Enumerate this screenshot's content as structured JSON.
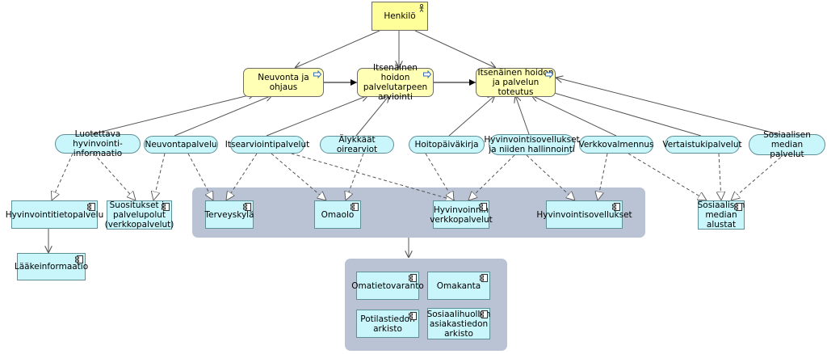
{
  "diagram": {
    "actor": {
      "label": "Henkilö",
      "icon": "actor-icon"
    },
    "processes": {
      "neuvonta": "Neuvonta ja ohjaus",
      "arviointi": "Itsenäinen hoidon palvelutarpeen arviointi",
      "toteutus": "Itsenäinen hoidon ja palvelun toteutus",
      "icon": "process-arrow-icon"
    },
    "services": {
      "luotettava": "Luotettava hyvinvointi-informaatio",
      "neuvontapalvelu": "Neuvontapalvelu",
      "itsearvio": "Itsearviointipalvelut",
      "alykkaat": "Älykkäät oirearviot",
      "hoitopaivakirja": "Hoitopäiväkirja",
      "sovellukset_hallinnointi": "Hyvinvointisovellukset ja niiden hallinnointi",
      "verkkovalmennus": "Verkkovalmennus",
      "vertaistuki": "Vertaistukipalvelut",
      "some_palvelut": "Sosiaalisen median palvelut"
    },
    "components": {
      "hyvinvointitieto": "Hyvinvointitietopalvelu",
      "laakeinformaatio": "Lääkeinformaatio",
      "suositukset": "Suositukset ja palvelupolut (verkkopalvelut)",
      "terveyskyla": "Terveyskylä",
      "omaolo": "Omaolo",
      "verkkopalvelut": "Hyvinvoinnin verkkopalvelut",
      "hyv_sovellukset": "Hyvinvointisovellukset",
      "some_alustat": "Sosiaalisen median alustat",
      "omatietovaranto": "Omatietovaranto",
      "omakanta": "Omakanta",
      "potilastiedon": "Potilastiedon arkisto",
      "sosiaalihuollon": "Sosiaalihuollon asiakastiedon arkisto",
      "icon": "component-icon"
    },
    "colors": {
      "actor": "#ffff99",
      "process": "#ffffb5",
      "service": "#c9f6fb",
      "group": "#b9c3d3",
      "line": "#4a4a4a"
    }
  }
}
